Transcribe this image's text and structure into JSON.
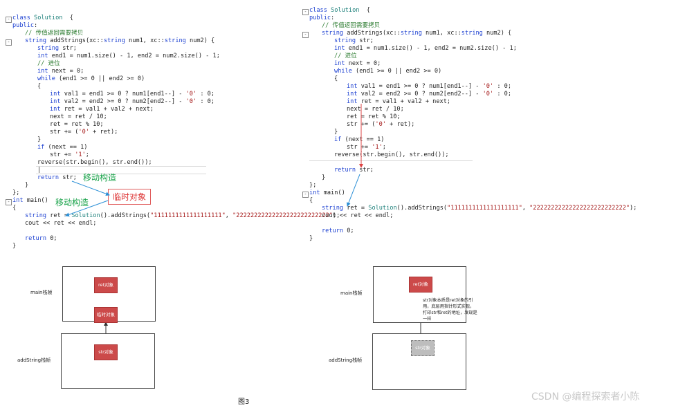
{
  "left_code": [
    {
      "indent": 0,
      "tokens": [
        [
          "kw",
          "class "
        ],
        [
          "fn",
          "Solution"
        ],
        [
          "",
          "  {"
        ]
      ]
    },
    {
      "indent": 0,
      "tokens": [
        [
          "kw",
          "public"
        ],
        [
          "",
          ":"
        ]
      ]
    },
    {
      "indent": 1,
      "tokens": [
        [
          "cm",
          "// 传值返回需要拷贝"
        ]
      ]
    },
    {
      "indent": 1,
      "tokens": [
        [
          "ty",
          "string "
        ],
        [
          "",
          "addStrings(xc::"
        ],
        [
          "ty",
          "string "
        ],
        [
          "",
          "num1, xc::"
        ],
        [
          "ty",
          "string "
        ],
        [
          "",
          "num2) {"
        ]
      ]
    },
    {
      "indent": 2,
      "tokens": [
        [
          "ty",
          "string "
        ],
        [
          "",
          "str;"
        ]
      ]
    },
    {
      "indent": 2,
      "tokens": [
        [
          "ty",
          "int "
        ],
        [
          "",
          "end1 = num1.size() - 1, end2 = num2.size() - 1;"
        ]
      ]
    },
    {
      "indent": 2,
      "tokens": [
        [
          "cm",
          "// 进位"
        ]
      ]
    },
    {
      "indent": 2,
      "tokens": [
        [
          "ty",
          "int "
        ],
        [
          "",
          "next = 0;"
        ]
      ]
    },
    {
      "indent": 2,
      "tokens": [
        [
          "kw",
          "while "
        ],
        [
          "",
          "(end1 >= 0 || end2 >= 0)"
        ]
      ]
    },
    {
      "indent": 2,
      "tokens": [
        [
          "",
          "{"
        ]
      ]
    },
    {
      "indent": 3,
      "tokens": [
        [
          "ty",
          "int "
        ],
        [
          "",
          "val1 = end1 >= 0 ? num1[end1--] - "
        ],
        [
          "st",
          "'0'"
        ],
        [
          "",
          " : 0;"
        ]
      ]
    },
    {
      "indent": 3,
      "tokens": [
        [
          "ty",
          "int "
        ],
        [
          "",
          "val2 = end2 >= 0 ? num2[end2--] - "
        ],
        [
          "st",
          "'0'"
        ],
        [
          "",
          " : 0;"
        ]
      ]
    },
    {
      "indent": 3,
      "tokens": [
        [
          "ty",
          "int "
        ],
        [
          "",
          "ret = val1 + val2 + next;"
        ]
      ]
    },
    {
      "indent": 3,
      "tokens": [
        [
          "",
          "next = ret / 10;"
        ]
      ]
    },
    {
      "indent": 3,
      "tokens": [
        [
          "",
          "ret = ret % 10;"
        ]
      ]
    },
    {
      "indent": 3,
      "tokens": [
        [
          "",
          "str += ("
        ],
        [
          "st",
          "'0'"
        ],
        [
          "",
          " + ret);"
        ]
      ]
    },
    {
      "indent": 2,
      "tokens": [
        [
          "",
          "}"
        ]
      ]
    },
    {
      "indent": 2,
      "tokens": [
        [
          "kw",
          "if "
        ],
        [
          "",
          "(next == 1)"
        ]
      ]
    },
    {
      "indent": 3,
      "tokens": [
        [
          "",
          "str += "
        ],
        [
          "st",
          "'1'"
        ],
        [
          "",
          ";"
        ]
      ]
    },
    {
      "indent": 2,
      "tokens": [
        [
          "",
          "reverse(str.begin(), str.end());"
        ]
      ]
    },
    {
      "indent": 2,
      "tokens": [
        [
          "",
          "|"
        ]
      ]
    },
    {
      "indent": 2,
      "tokens": [
        [
          "kw",
          "return "
        ],
        [
          "",
          "str;"
        ]
      ]
    },
    {
      "indent": 1,
      "tokens": [
        [
          "",
          "}"
        ]
      ]
    },
    {
      "indent": 0,
      "tokens": [
        [
          "",
          "};"
        ]
      ]
    },
    {
      "indent": 0,
      "tokens": [
        [
          "ty",
          "int "
        ],
        [
          "",
          "main()"
        ]
      ]
    },
    {
      "indent": 0,
      "tokens": [
        [
          "",
          "{"
        ]
      ]
    },
    {
      "indent": 1,
      "tokens": [
        [
          "ty",
          "string "
        ],
        [
          "",
          "ret = "
        ],
        [
          "fn",
          "Solution"
        ],
        [
          "",
          "().addStrings("
        ],
        [
          "st",
          "\"1111111111111111111\""
        ],
        [
          "",
          ", "
        ],
        [
          "st",
          "\"22222222222222222222222222\""
        ],
        [
          "",
          ");"
        ]
      ]
    },
    {
      "indent": 1,
      "tokens": [
        [
          "",
          "cout << ret << endl;"
        ]
      ]
    },
    {
      "indent": 0,
      "tokens": [
        [
          "",
          ""
        ]
      ]
    },
    {
      "indent": 1,
      "tokens": [
        [
          "kw",
          "return "
        ],
        [
          "",
          "0;"
        ]
      ]
    },
    {
      "indent": 0,
      "tokens": [
        [
          "",
          "}"
        ]
      ]
    }
  ],
  "right_code": [
    {
      "indent": 0,
      "tokens": [
        [
          "kw",
          "class "
        ],
        [
          "fn",
          "Solution"
        ],
        [
          "",
          "  {"
        ]
      ]
    },
    {
      "indent": 0,
      "tokens": [
        [
          "kw",
          "public"
        ],
        [
          "",
          ":"
        ]
      ]
    },
    {
      "indent": 1,
      "tokens": [
        [
          "cm",
          "// 传值返回需要拷贝"
        ]
      ]
    },
    {
      "indent": 1,
      "tokens": [
        [
          "ty",
          "string "
        ],
        [
          "",
          "addStrings(xc::"
        ],
        [
          "ty",
          "string "
        ],
        [
          "",
          "num1, xc::"
        ],
        [
          "ty",
          "string "
        ],
        [
          "",
          "num2) {"
        ]
      ]
    },
    {
      "indent": 2,
      "tokens": [
        [
          "ty",
          "string "
        ],
        [
          "",
          "str;"
        ]
      ]
    },
    {
      "indent": 2,
      "tokens": [
        [
          "ty",
          "int "
        ],
        [
          "",
          "end1 = num1.size() - 1, end2 = num2.size() - 1;"
        ]
      ]
    },
    {
      "indent": 2,
      "tokens": [
        [
          "cm",
          "// 进位"
        ]
      ]
    },
    {
      "indent": 2,
      "tokens": [
        [
          "ty",
          "int "
        ],
        [
          "",
          "next = 0;"
        ]
      ]
    },
    {
      "indent": 2,
      "tokens": [
        [
          "kw",
          "while "
        ],
        [
          "",
          "(end1 >= 0 || end2 >= 0)"
        ]
      ]
    },
    {
      "indent": 2,
      "tokens": [
        [
          "",
          "{"
        ]
      ]
    },
    {
      "indent": 3,
      "tokens": [
        [
          "ty",
          "int "
        ],
        [
          "",
          "val1 = end1 >= 0 ? num1[end1--] - "
        ],
        [
          "st",
          "'0'"
        ],
        [
          "",
          " : 0;"
        ]
      ]
    },
    {
      "indent": 3,
      "tokens": [
        [
          "ty",
          "int "
        ],
        [
          "",
          "val2 = end2 >= 0 ? num2[end2--] - "
        ],
        [
          "st",
          "'0'"
        ],
        [
          "",
          " : 0;"
        ]
      ]
    },
    {
      "indent": 3,
      "tokens": [
        [
          "ty",
          "int "
        ],
        [
          "",
          "ret = val1 + val2 + next;"
        ]
      ]
    },
    {
      "indent": 3,
      "tokens": [
        [
          "",
          "next = ret / 10;"
        ]
      ]
    },
    {
      "indent": 3,
      "tokens": [
        [
          "",
          "ret = ret % 10;"
        ]
      ]
    },
    {
      "indent": 3,
      "tokens": [
        [
          "",
          "str += ("
        ],
        [
          "st",
          "'0'"
        ],
        [
          "",
          " + ret);"
        ]
      ]
    },
    {
      "indent": 2,
      "tokens": [
        [
          "",
          "}"
        ]
      ]
    },
    {
      "indent": 2,
      "tokens": [
        [
          "kw",
          "if "
        ],
        [
          "",
          "(next == 1)"
        ]
      ]
    },
    {
      "indent": 3,
      "tokens": [
        [
          "",
          "str += "
        ],
        [
          "st",
          "'1'"
        ],
        [
          "",
          ";"
        ]
      ]
    },
    {
      "indent": 2,
      "tokens": [
        [
          "",
          "reverse(str.begin(), str.end());"
        ]
      ]
    },
    {
      "indent": 2,
      "tokens": [
        [
          "",
          ""
        ]
      ]
    },
    {
      "indent": 2,
      "tokens": [
        [
          "kw",
          "return "
        ],
        [
          "",
          "str;"
        ]
      ]
    },
    {
      "indent": 1,
      "tokens": [
        [
          "",
          "}"
        ]
      ]
    },
    {
      "indent": 0,
      "tokens": [
        [
          "",
          "};"
        ]
      ]
    },
    {
      "indent": 0,
      "tokens": [
        [
          "ty",
          "int "
        ],
        [
          "",
          "main()"
        ]
      ]
    },
    {
      "indent": 0,
      "tokens": [
        [
          "",
          "{"
        ]
      ]
    },
    {
      "indent": 1,
      "tokens": [
        [
          "ty",
          "string "
        ],
        [
          "",
          "ret = "
        ],
        [
          "fn",
          "Solution"
        ],
        [
          "",
          "().addStrings("
        ],
        [
          "st",
          "\"1111111111111111111\""
        ],
        [
          "",
          ", "
        ],
        [
          "st",
          "\"22222222222222222222222222\""
        ],
        [
          "",
          ");"
        ]
      ]
    },
    {
      "indent": 1,
      "tokens": [
        [
          "",
          "cout << ret << endl;"
        ]
      ]
    },
    {
      "indent": 0,
      "tokens": [
        [
          "",
          ""
        ]
      ]
    },
    {
      "indent": 1,
      "tokens": [
        [
          "kw",
          "return "
        ],
        [
          "",
          "0;"
        ]
      ]
    },
    {
      "indent": 0,
      "tokens": [
        [
          "",
          "}"
        ]
      ]
    }
  ],
  "annotations": {
    "move_construct_1": "移动构造",
    "move_construct_2": "移动构造",
    "temp_object": "临时对象"
  },
  "diagram_left": {
    "main_frame_label": "main栈帧",
    "add_frame_label": "addString栈帧",
    "ret_box": "ret对象",
    "temp_box": "临时对象",
    "str_box": "str对象"
  },
  "diagram_right": {
    "main_frame_label": "main栈帧",
    "add_frame_label": "addString栈帧",
    "ret_box": "ret对象",
    "str_box": "str对象",
    "note": "str对象本质是ret对象的引用，底层用指针形式实现，打印str和ret的地址，发现是一样"
  },
  "caption": "图3",
  "watermark": "CSDN @编程探索者小陈",
  "colors": {
    "keyword": "#1b3fd1",
    "comment": "#2e7d32",
    "string": "#a31515",
    "annotation_green": "#1aa34a",
    "annotation_red": "#d33",
    "box_red": "#cc4a4a"
  }
}
